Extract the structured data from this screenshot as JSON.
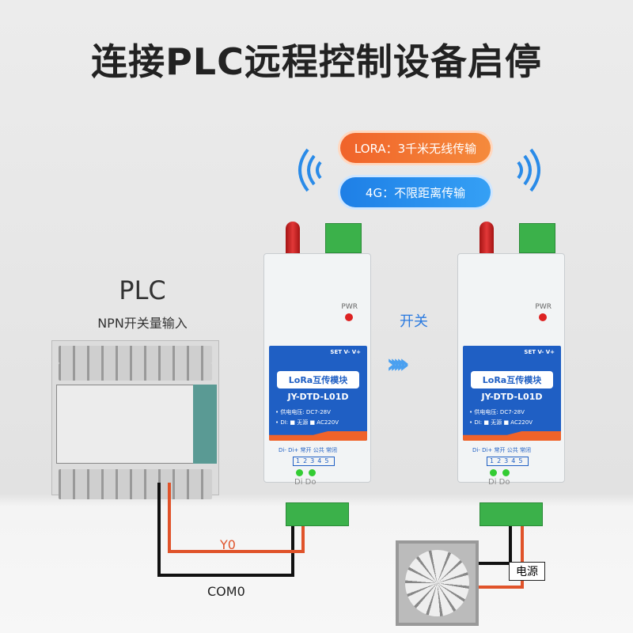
{
  "title": "连接PLC远程控制设备启停",
  "badges": {
    "lora": "LORA：3千米无线传输",
    "fourg": "4G：不限距离传输"
  },
  "plc": {
    "label": "PLC",
    "sub": "NPN开关量输入"
  },
  "module": {
    "name": "LoRa互传模块",
    "model": "JY-DTD-L01D",
    "spec1": "• 供电电压: DC7-28V",
    "spec2": "• DI: ■ 无源 ■ AC220V",
    "top_pins": "SET  V-  V+",
    "pwr": "PWR",
    "pins": "Di- Di+ 常开 公共 常闭",
    "pin_nums": "12345",
    "dido": "Di Do"
  },
  "switch_label": "开关",
  "wires": {
    "y0": "Y0",
    "com0": "COM0"
  },
  "power_label": "电源",
  "colors": {
    "orange": "#f0632a",
    "blue": "#1f5fc4",
    "green": "#3bb14a"
  }
}
